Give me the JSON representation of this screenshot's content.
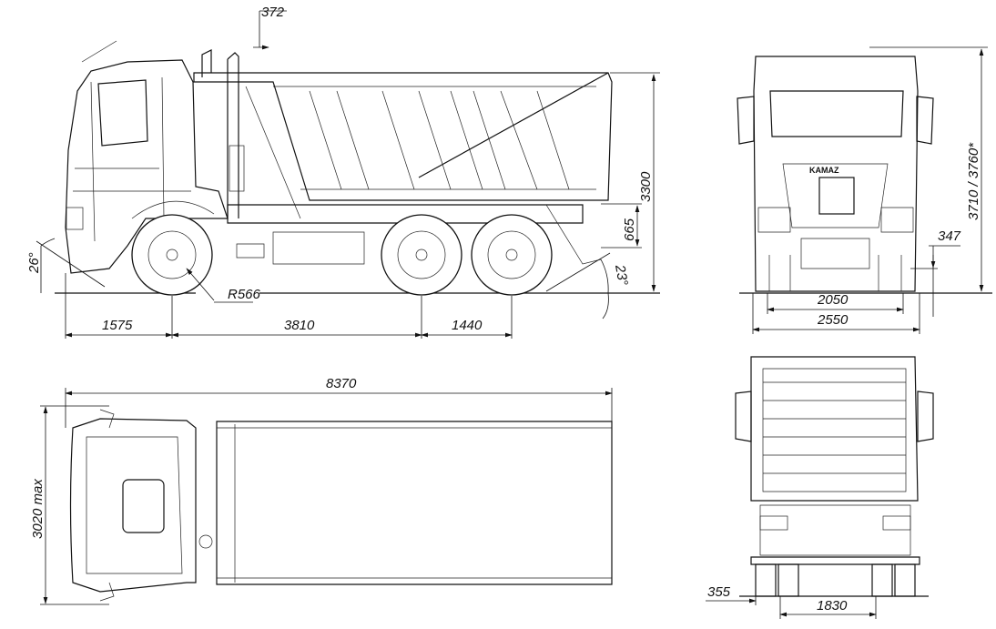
{
  "drawing": {
    "brand_logo": "KAMAZ",
    "side_view": {
      "mirror_offset": "372",
      "body_height": "3300",
      "frame_height": "665",
      "approach_angle": "26°",
      "departure_angle": "23°",
      "turning_radius": "R566",
      "front_overhang": "1575",
      "wheelbase": "3810",
      "rear_axle_spacing": "1440"
    },
    "top_view": {
      "overall_length": "8370",
      "max_width": "3020 max"
    },
    "front_view": {
      "overall_height": "3710 / 3760*",
      "ground_clearance": "347",
      "front_track": "2050",
      "overall_width": "2550"
    },
    "rear_view": {
      "rear_tire_offset": "355",
      "rear_track": "1830"
    }
  }
}
